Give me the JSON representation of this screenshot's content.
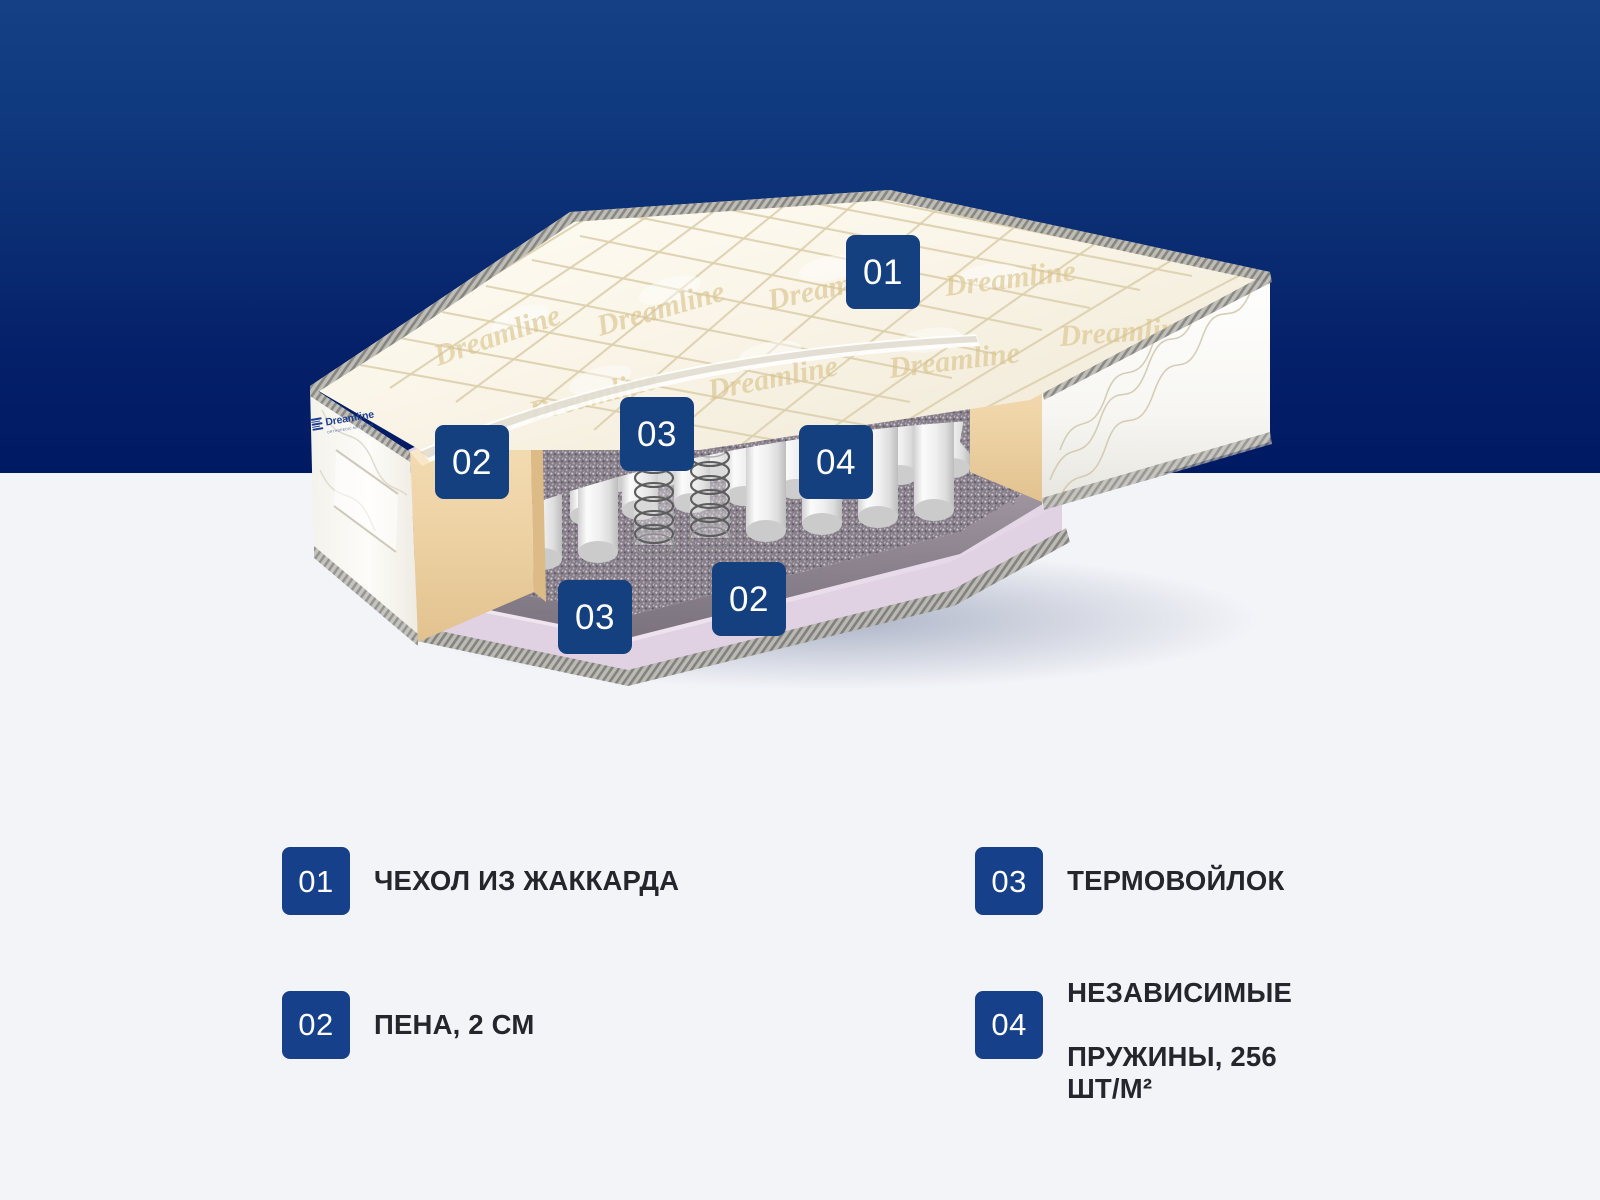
{
  "theme": {
    "hero_gradient_top": "#154085",
    "hero_gradient_bottom": "#001963",
    "page_background": "#f3f4f8",
    "badge_blue": "#15407f",
    "legend_badge_blue": "#164089",
    "legend_text": "#25262b"
  },
  "product": {
    "brand": "Dreamline",
    "brand_tagline": "ORTHOPEDIC MATTRESS",
    "view": "cut-away perspective of mattress showing internal layers"
  },
  "callouts": [
    {
      "id": "01",
      "number": "01",
      "target": "jacquard-cover-top"
    },
    {
      "id": "02a",
      "number": "02",
      "target": "foam-layer-left-side"
    },
    {
      "id": "03a",
      "number": "03",
      "target": "thermofelt-upper"
    },
    {
      "id": "04",
      "number": "04",
      "target": "independent-pocket-springs"
    },
    {
      "id": "03b",
      "number": "03",
      "target": "thermofelt-lower"
    },
    {
      "id": "02b",
      "number": "02",
      "target": "foam-layer-bottom"
    }
  ],
  "legend": {
    "items": [
      {
        "number": "01",
        "label": "ЧЕХОЛ ИЗ ЖАККАРДА"
      },
      {
        "number": "02",
        "label": "ПЕНА, 2 СМ"
      },
      {
        "number": "03",
        "label": "ТЕРМОВОЙЛОК"
      },
      {
        "number": "04",
        "label_line1": "НЕЗАВИСИМЫЕ",
        "label_line2": "ПРУЖИНЫ, 256 ШТ/М²"
      }
    ]
  },
  "layer_colors": {
    "jacquard_cover": "#fbf7ee",
    "quilt_thread": "#d9cba6",
    "side_panel": "#fdfcf8",
    "foam_beige": "#edd3a8",
    "foam_lavender": "#e8dfee",
    "thermofelt_grey": "#7e7580",
    "spring_pocket_white": "#f1f1f1",
    "spring_coil_grey": "#6b6b6b",
    "edge_tape": "#9a9a99"
  }
}
